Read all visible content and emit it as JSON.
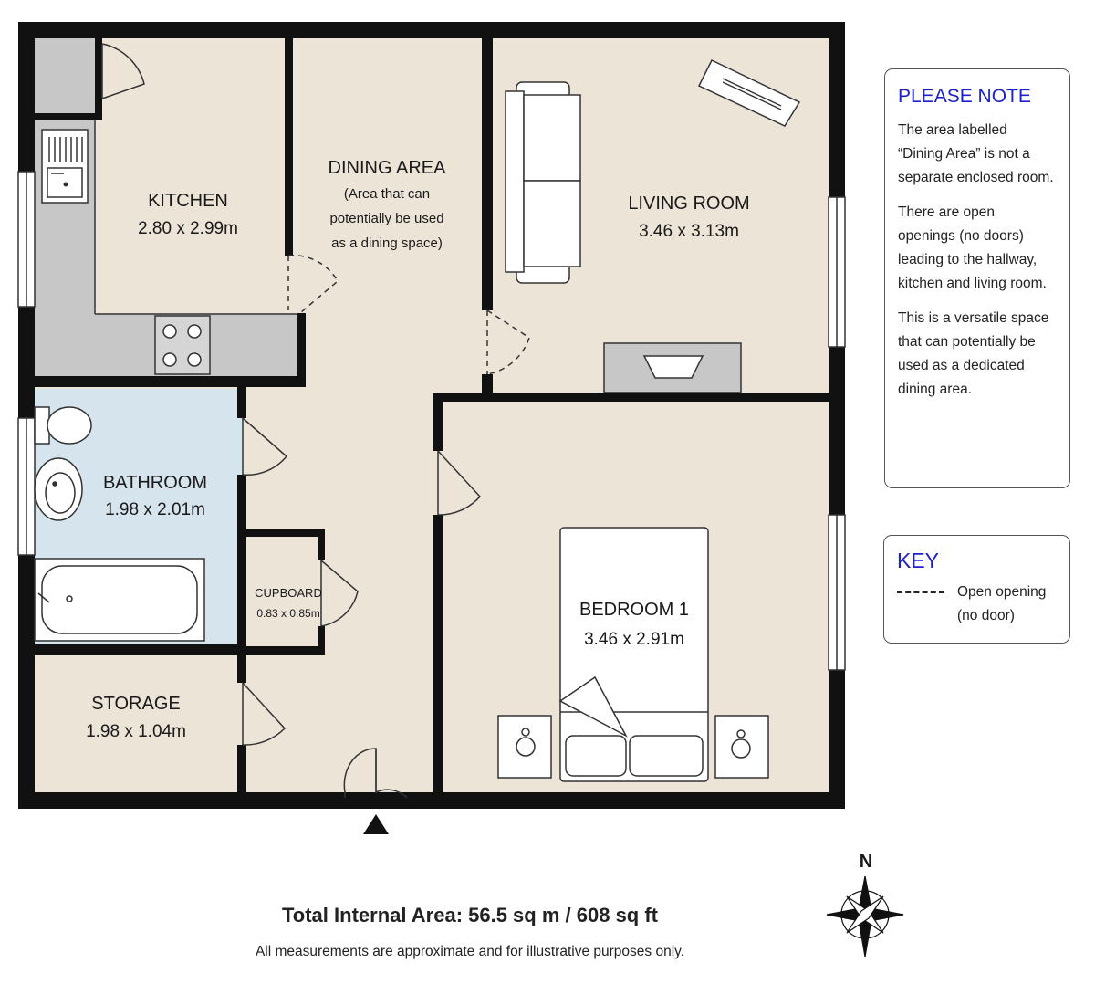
{
  "rooms": {
    "kitchen": {
      "name": "KITCHEN",
      "dims": "2.80 x 2.99m"
    },
    "dining": {
      "name": "DINING AREA",
      "note_lines": [
        "(Area that can",
        "potentially be used",
        "as a dining space)"
      ]
    },
    "living": {
      "name": "LIVING ROOM",
      "dims": "3.46 x 3.13m"
    },
    "bathroom": {
      "name": "BATHROOM",
      "dims": "1.98 x 2.01m"
    },
    "cupboard": {
      "name": "CUPBOARD",
      "dims": "0.83 x 0.85m"
    },
    "storage": {
      "name": "STORAGE",
      "dims": "1.98 x 1.04m"
    },
    "bedroom": {
      "name": "BEDROOM 1",
      "dims": "3.46 x 2.91m"
    }
  },
  "note": {
    "title": "PLEASE NOTE",
    "paragraphs": [
      [
        "The area labelled",
        "“Dining Area” is not a",
        "separate enclosed room."
      ],
      [
        "There are open",
        "openings (no doors)",
        "leading to the hallway,",
        "kitchen and living room."
      ],
      [
        "This is a versatile space",
        "that can potentially be",
        "used as a dedicated",
        "dining area."
      ]
    ]
  },
  "key": {
    "title": "KEY",
    "lines": [
      "Open opening",
      "(no door)"
    ]
  },
  "compass": {
    "label": "N"
  },
  "footer": {
    "area": "Total Internal Area: 56.5 sq m / 608 sq ft",
    "disclaimer": "All measurements are approximate and for illustrative purposes only."
  },
  "colors": {
    "floor": "#ede4d8",
    "bathroom": "#d6e4ee",
    "counter": "#c7c7c7",
    "wall": "#111111",
    "note_title": "#1e22c8"
  }
}
